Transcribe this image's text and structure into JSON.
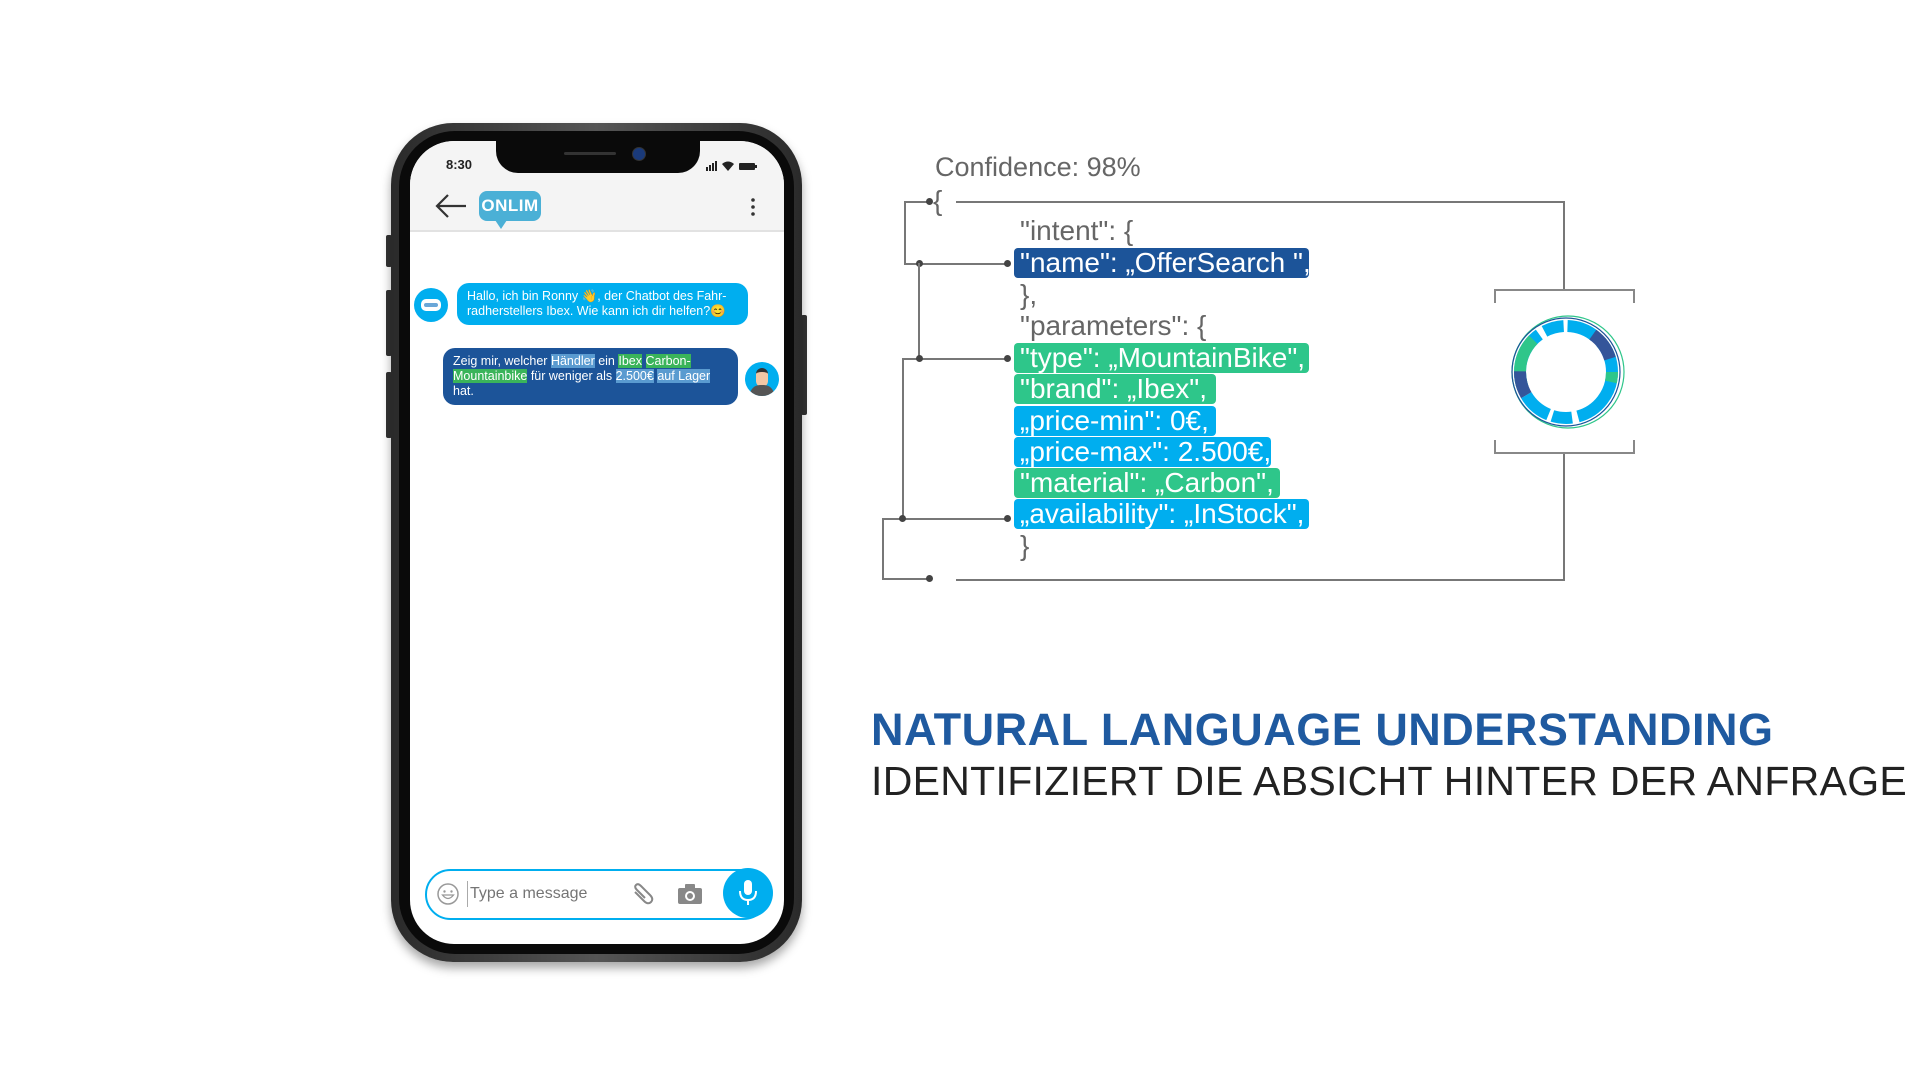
{
  "phone": {
    "status_time": "8:30",
    "logo": "ONLIM",
    "back_icon": "arrow-left-icon",
    "menu_icon": "more-vertical-icon",
    "messages": [
      {
        "sender": "bot",
        "parts": [
          "Hallo, ich bin Ronny ",
          "👋",
          ", der Chatbot des Fahr-radherstellers Ibex. Wie kann ich dir helfen?",
          "😊"
        ]
      },
      {
        "sender": "user",
        "parts": [
          "Zeig mir, welcher ",
          "Händler",
          " ein ",
          "Ibex",
          " ",
          "Carbon-",
          "Mountainbike",
          " für weniger als ",
          "2.500€",
          " ",
          "auf Lager",
          " hat."
        ]
      }
    ],
    "input_placeholder": "Type a message"
  },
  "nlu": {
    "confidence": "Confidence: 98%",
    "open_brace": "{",
    "intent_key": "\"intent\": {",
    "intent_name": "\"name\": „OfferSearch \",",
    "intent_close": "},",
    "parameters_key": "\"parameters\": {",
    "params": [
      {
        "text": "\"type\": „MountainBike\",",
        "color": "#2ec68a"
      },
      {
        "text": "\"brand\": „Ibex\",",
        "color": "#2ec68a"
      },
      {
        "text": "„price-min\": 0€,",
        "color": "#00aeef"
      },
      {
        "text": "„price-max\": 2.500€,",
        "color": "#00aeef"
      },
      {
        "text": "\"material\": „Carbon\",",
        "color": "#2ec68a"
      },
      {
        "text": "„availability\": „InStock\",",
        "color": "#00aeef"
      }
    ],
    "close_brace": "}"
  },
  "headline": {
    "title": "NATURAL LANGUAGE UNDERSTANDING",
    "subtitle": "IDENTIFIZIERT DIE ABSICHT HINTER DER ANFRAGE"
  },
  "colors": {
    "dark_blue": "#1c5499",
    "green": "#2ec68a",
    "light_blue": "#00aeef",
    "title": "#1f5aa0"
  }
}
